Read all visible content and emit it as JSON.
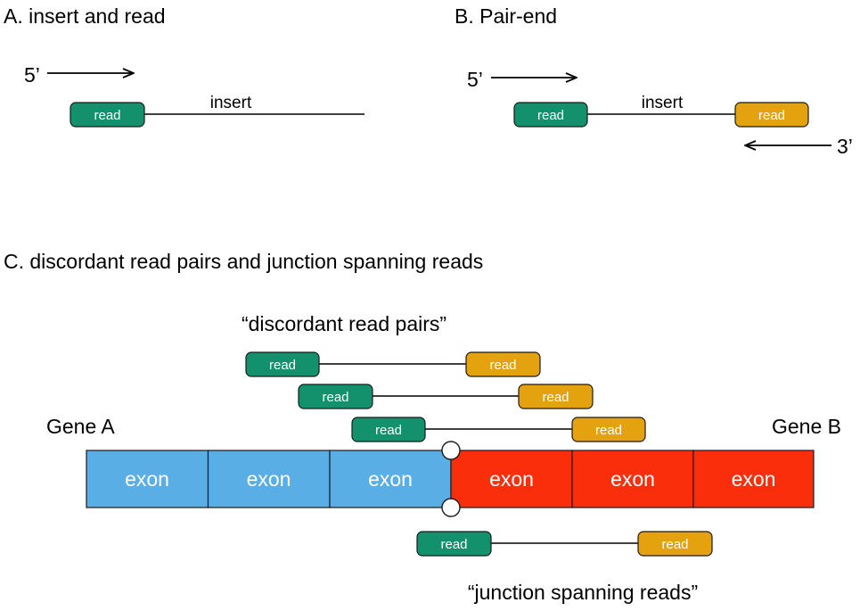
{
  "colors": {
    "green_read": "#13906c",
    "orange_read": "#e3a20e",
    "exon_blue": "#5aaee6",
    "exon_red": "#fb2e0c",
    "outline": "#1a1a1a"
  },
  "panel_a": {
    "title": "A. insert and read",
    "prime_label": "5’",
    "insert_label": "insert",
    "read_label": "read"
  },
  "panel_b": {
    "title": "B. Pair-end",
    "prime5_label": "5’",
    "prime3_label": "3’",
    "insert_label": "insert",
    "read_left_label": "read",
    "read_right_label": "read"
  },
  "panel_c": {
    "title": "C. discordant read pairs and junction spanning reads",
    "discordant_caption": "“discordant read pairs”",
    "junction_caption": "“junction spanning reads”",
    "gene_a_label": "Gene A",
    "gene_b_label": "Gene B",
    "exons": [
      {
        "label": "exon",
        "gene": "A"
      },
      {
        "label": "exon",
        "gene": "A"
      },
      {
        "label": "exon",
        "gene": "A"
      },
      {
        "label": "exon",
        "gene": "B"
      },
      {
        "label": "exon",
        "gene": "B"
      },
      {
        "label": "exon",
        "gene": "B"
      }
    ],
    "discordant_pairs": [
      {
        "left": "read",
        "right": "read"
      },
      {
        "left": "read",
        "right": "read"
      },
      {
        "left": "read",
        "right": "read"
      }
    ],
    "junction_pair": {
      "left": "read",
      "right": "read"
    }
  }
}
